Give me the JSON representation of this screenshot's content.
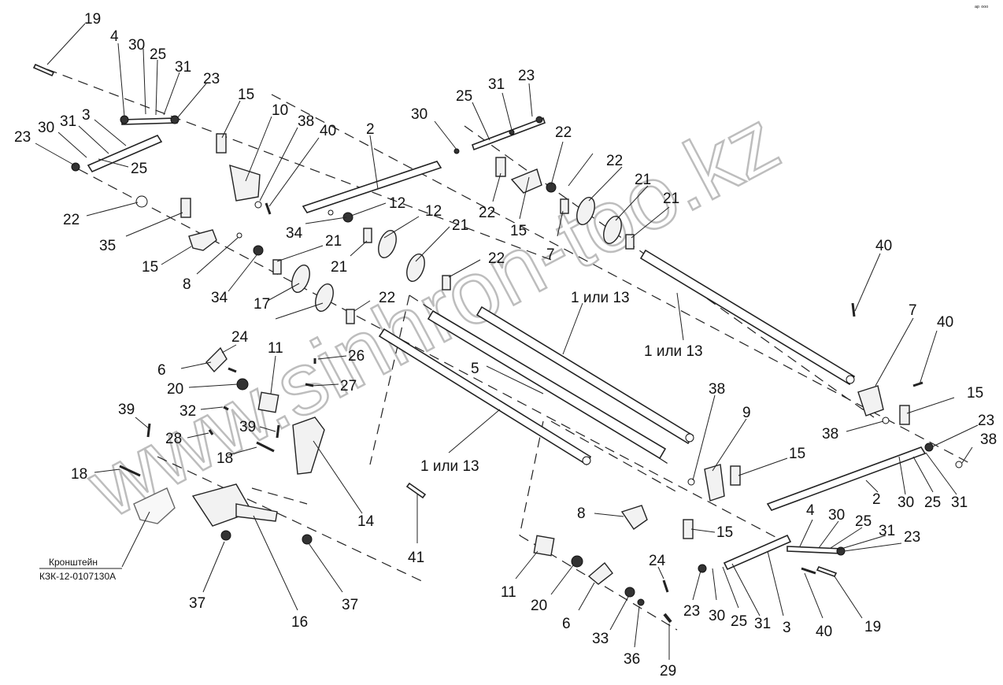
{
  "watermark": "www.sinhron-too.kz",
  "corner_mark": "ᵃᵖ ᵒᵒᵒ",
  "bracket_caption": {
    "line1": "Кронштейн",
    "line2": "КЗК-12-0107130А"
  },
  "callouts": [
    "19",
    "4",
    "30",
    "25",
    "31",
    "23",
    "3",
    "23",
    "30",
    "31",
    "25",
    "15",
    "10",
    "38",
    "40",
    "2",
    "30",
    "25",
    "31",
    "23",
    "34",
    "12",
    "21",
    "21",
    "22",
    "35",
    "15",
    "8",
    "34",
    "12",
    "12",
    "17",
    "21",
    "22",
    "22",
    "22",
    "15",
    "7",
    "22",
    "21",
    "21",
    "22",
    "22",
    "22",
    "1 или 13",
    "40",
    "1 или 13",
    "7",
    "40",
    "15",
    "38",
    "23",
    "38",
    "24",
    "6",
    "11",
    "26",
    "20",
    "27",
    "32",
    "39",
    "39",
    "28",
    "18",
    "18",
    "5",
    "14",
    "41",
    "1 или 13",
    "38",
    "9",
    "15",
    "2",
    "30",
    "25",
    "31",
    "8",
    "15",
    "4",
    "30",
    "25",
    "31",
    "23",
    "11",
    "20",
    "24",
    "6",
    "23",
    "30",
    "25",
    "31",
    "3",
    "40",
    "19",
    "33",
    "36",
    "29",
    "37",
    "16",
    "37"
  ]
}
